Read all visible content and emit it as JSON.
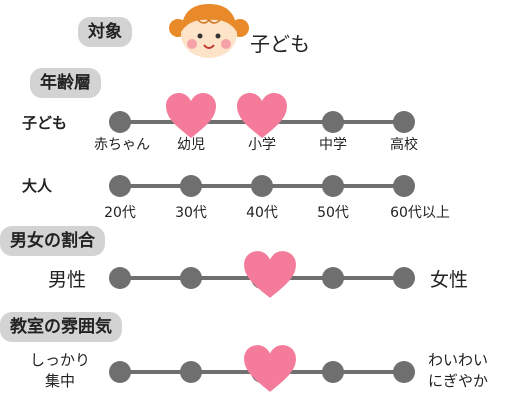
{
  "colors": {
    "pill": "#d3d3d3",
    "track": "#6f6f6f",
    "heart": "#f47c9a"
  },
  "sections": {
    "target": {
      "title": "対象",
      "value": "子ども",
      "icon": "child-face-icon"
    },
    "age": {
      "title": "年齢層",
      "kids": {
        "label": "子ども",
        "ticks": [
          "赤ちゃん",
          "幼児",
          "小学",
          "中学",
          "高校"
        ],
        "selected": [
          "幼児",
          "小学"
        ]
      },
      "adults": {
        "label": "大人",
        "ticks": [
          "20代",
          "30代",
          "40代",
          "50代",
          "60代以上"
        ]
      }
    },
    "gender": {
      "title": "男女の割合",
      "left": "男性",
      "right": "女性",
      "selected_index": 2
    },
    "atmosphere": {
      "title": "教室の雰囲気",
      "left": [
        "しっかり",
        "集中"
      ],
      "right": [
        "わいわい",
        "にぎやか"
      ],
      "selected_index": 2
    }
  }
}
